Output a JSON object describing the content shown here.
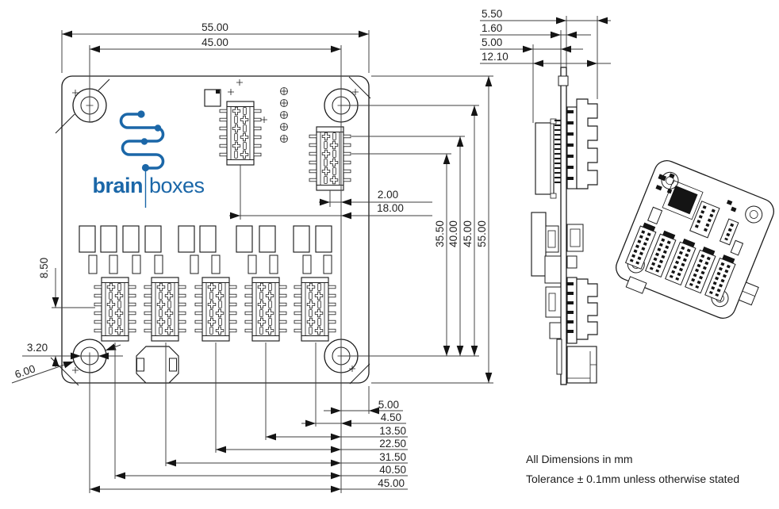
{
  "dims": {
    "front_top": [
      "55.00",
      "45.00"
    ],
    "right_vertical": [
      "35.50",
      "40.00",
      "45.00",
      "55.00"
    ],
    "connector_offsets": [
      "2.00",
      "18.00"
    ],
    "left": [
      "8.50",
      "3.20",
      "6.00"
    ],
    "bottom": [
      "5.00",
      "4.50",
      "13.50",
      "22.50",
      "31.50",
      "40.50",
      "45.00"
    ],
    "side_top": [
      "5.50",
      "1.60",
      "5.00",
      "12.10"
    ]
  },
  "logo": {
    "brain": "brain",
    "boxes": "boxes"
  },
  "notes": {
    "line1": "All Dimensions in mm",
    "line2": "Tolerance ± 0.1mm unless otherwise stated"
  },
  "colors": {
    "line": "#1c1c1c",
    "dimension": "#3d3d3d",
    "brand_blue": "#1b67a8"
  }
}
